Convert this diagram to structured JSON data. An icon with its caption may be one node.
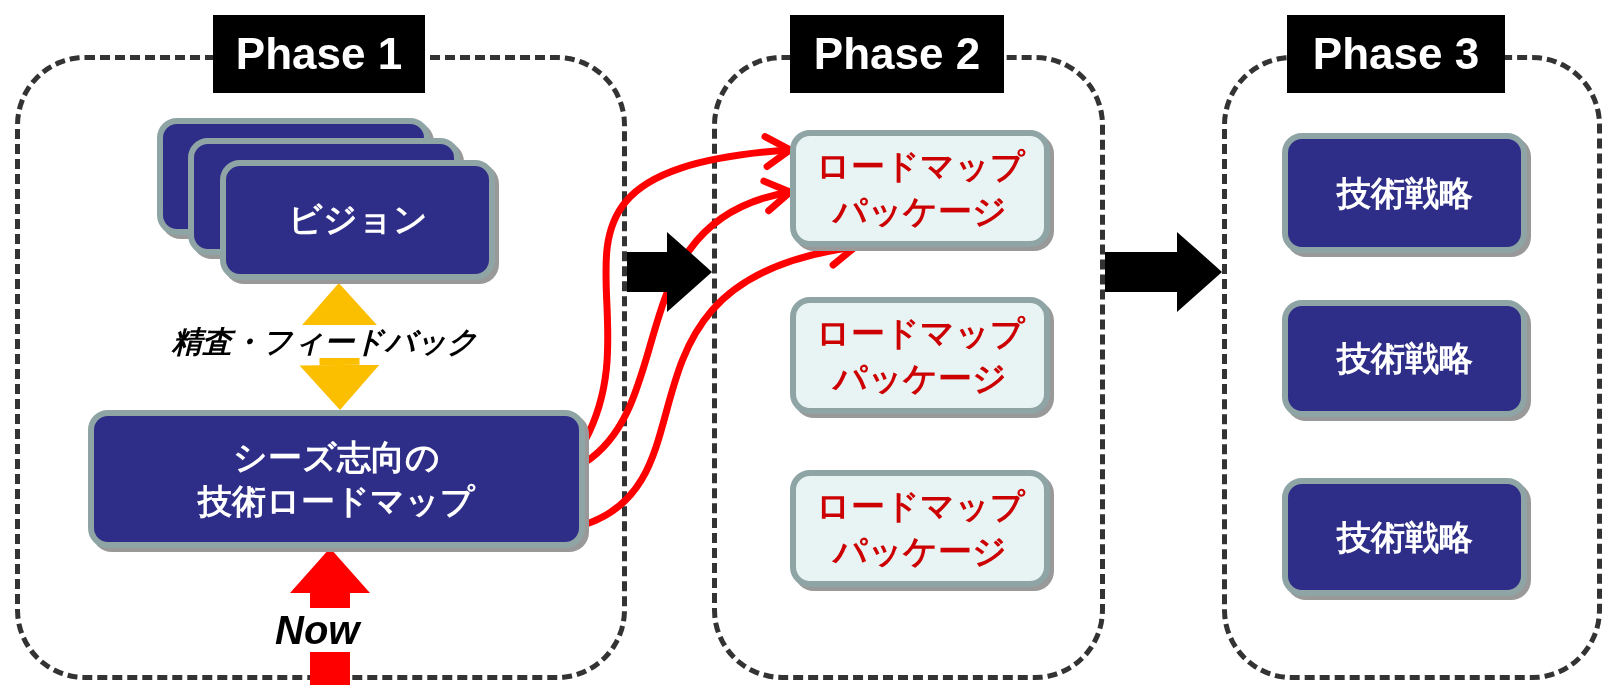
{
  "diagram": {
    "nodes": [
      {
        "text": [
          "Phase 1"
        ]
      },
      {
        "text": [
          "ビジョン"
        ],
        "in": 0
      },
      {
        "text": [
          "シーズ志向の技術ロードマップ"
        ],
        "in": 0
      },
      {
        "text": [
          "Phase 2"
        ]
      },
      {
        "text": [
          "ロードマップパッケージ"
        ],
        "in": 3
      },
      {
        "text": [
          "ロードマップパッケージ"
        ],
        "in": 3
      },
      {
        "text": [
          "ロードマップパッケージ"
        ],
        "in": 3
      },
      {
        "text": [
          "Phase 3"
        ]
      },
      {
        "text": [
          "技術戦略"
        ],
        "in": 7
      },
      {
        "text": [
          "技術戦略"
        ],
        "in": 7
      },
      {
        "text": [
          "技術戦略"
        ],
        "in": 7
      }
    ],
    "edges": [
      {
        "from": 1,
        "to": 2,
        "arrow": "both",
        "label": "精査・フィードバック",
        "color": "#fbbf00"
      },
      {
        "from": 2,
        "to": 4,
        "arrow": "to"
      },
      {
        "from": 2,
        "to": 4,
        "arrow": "to"
      },
      {
        "from": 2,
        "to": 4,
        "arrow": "to"
      },
      {
        "from": 0,
        "to": 3,
        "arrow": "to",
        "color": "#000000"
      },
      {
        "from": 3,
        "to": 7,
        "arrow": "to",
        "color": "#000000"
      },
      {
        "from": null,
        "to": 2,
        "arrow": "to",
        "label": "Now"
      }
    ]
  }
}
